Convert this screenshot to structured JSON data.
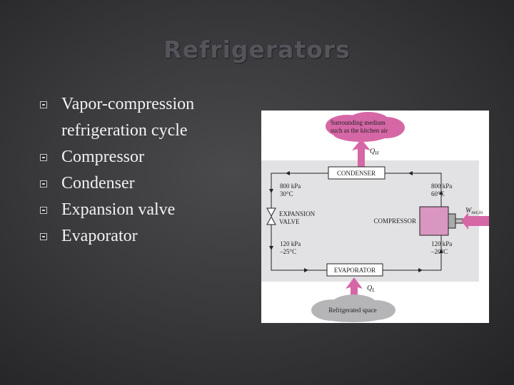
{
  "slide": {
    "title": "Refrigerators",
    "bullets": [
      {
        "line1": "Vapor-compression",
        "line2": "refrigeration cycle"
      },
      {
        "line1": "Compressor"
      },
      {
        "line1": "Condenser"
      },
      {
        "line1": "Expansion valve"
      },
      {
        "line1": "Evaporator"
      }
    ]
  },
  "diagram": {
    "surroundings_line1": "Surrounding medium",
    "surroundings_line2": "such as the kitchen air",
    "q_high": "Q",
    "q_high_sub": "H",
    "condenser": "CONDENSER",
    "evaporator": "EVAPORATOR",
    "compressor": "COMPRESSOR",
    "expansion_line1": "EXPANSION",
    "expansion_line2": "VALVE",
    "state_top_left_p": "800 kPa",
    "state_top_left_t": "30°C",
    "state_top_right_p": "800 kPa",
    "state_top_right_t": "60°C",
    "state_bottom_left_p": "120 kPa",
    "state_bottom_left_t": "–25°C",
    "state_bottom_right_p": "120 kPa",
    "state_bottom_right_t": "–20°C",
    "work_label": "W",
    "work_sub": "net,in",
    "q_low": "Q",
    "q_low_sub": "L",
    "refrigerated_space": "Refrigerated space",
    "colors": {
      "panel": "#e2e2e4",
      "pink": "#d667a6",
      "cloud": "#b5b5b8",
      "piston": "#d896c0"
    }
  }
}
